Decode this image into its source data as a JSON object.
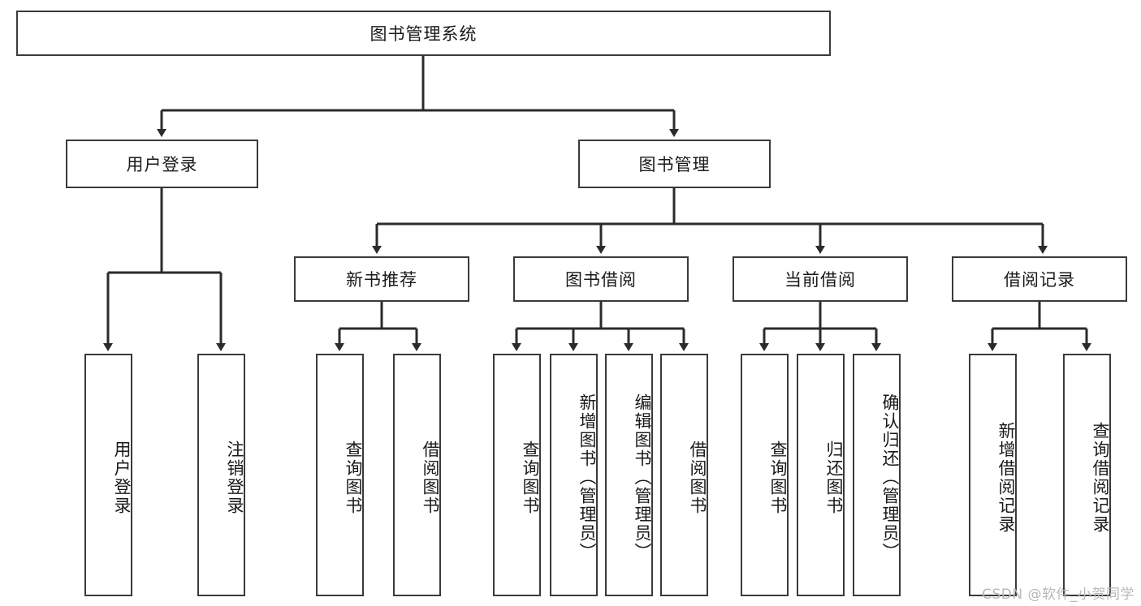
{
  "diagram": {
    "title": "图书管理系统",
    "type": "tree-hierarchy-diagram",
    "colors": {
      "stroke": "#3a3a3a",
      "fill": "#ffffff",
      "text": "#1a1a1a",
      "watermark": "#b8b8b8"
    },
    "root": {
      "label": "图书管理系统"
    },
    "level2": [
      {
        "label": "用户登录"
      },
      {
        "label": "图书管理"
      }
    ],
    "level3": [
      {
        "label": "新书推荐"
      },
      {
        "label": "图书借阅"
      },
      {
        "label": "当前借阅"
      },
      {
        "label": "借阅记录"
      }
    ],
    "leaves": {
      "user_login": [
        {
          "label": "用户登录"
        },
        {
          "label": "注销登录"
        }
      ],
      "new_book_recommend": [
        {
          "label": "查询图书"
        },
        {
          "label": "借阅图书"
        }
      ],
      "book_borrow": [
        {
          "label": "查询图书"
        },
        {
          "label": "新增图书（管理员）"
        },
        {
          "label": "编辑图书（管理员）"
        },
        {
          "label": "借阅图书"
        }
      ],
      "current_borrow": [
        {
          "label": "查询图书"
        },
        {
          "label": "归还图书"
        },
        {
          "label": "确认归还（管理员）"
        }
      ],
      "borrow_record": [
        {
          "label": "新增借阅记录"
        },
        {
          "label": "查询借阅记录"
        }
      ]
    },
    "watermark": "CSDN @软件_小贺同学"
  }
}
